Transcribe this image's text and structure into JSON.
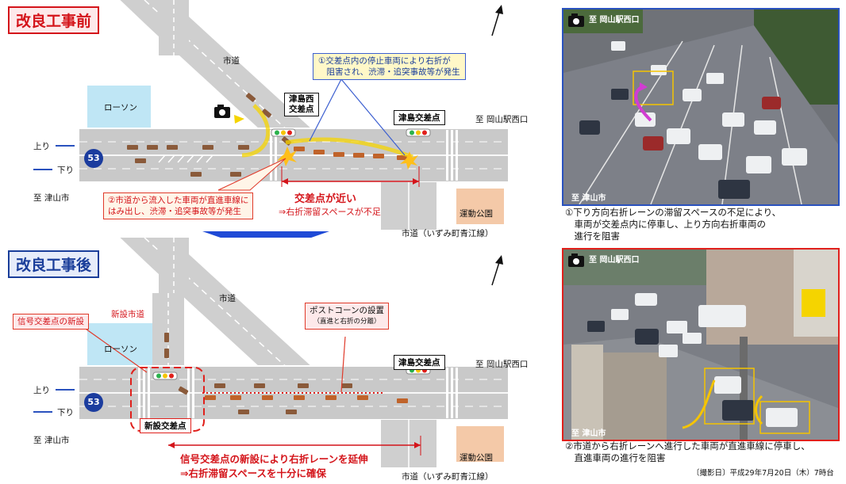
{
  "before": {
    "title": "改良工事前",
    "road_label": "市道",
    "lawson": "ローソン",
    "intersection_west": "津島西\n交差点",
    "intersection_tsushima": "津島交差点",
    "to_okayama": "至 岡山駅西口",
    "up": "上り",
    "down": "下り",
    "route": "53",
    "to_tsuyama": "至 津山市",
    "callout1": "①交差点内の停止車両により右折が\n　阻害され、渋滞・追突事故等が発生",
    "callout2": "②市道から流入した車両が直進車線に\nはみ出し、渋滞・追突事故等が発生",
    "near_line1": "交差点が近い",
    "near_line2": "⇒右折滞留スペースが不足",
    "park": "運動公園",
    "city_road": "市道（いずみ町青江線）"
  },
  "after": {
    "title": "改良工事後",
    "road_label": "市道",
    "new_road": "新設市道",
    "signal_new": "信号交差点の新設",
    "lawson": "ローソン",
    "post_cone": "ポストコーンの設置",
    "post_cone_sub": "（直進と右折の分離）",
    "intersection_tsushima": "津島交差点",
    "to_okayama": "至 岡山駅西口",
    "up": "上り",
    "down": "下り",
    "route": "53",
    "to_tsuyama": "至 津山市",
    "new_intersection": "新設交差点",
    "result_line1": "信号交差点の新設により右折レーンを延伸",
    "result_line2": "⇒右折滞留スペースを十分に確保",
    "park": "運動公園",
    "city_road": "市道（いずみ町青江線）"
  },
  "photo1": {
    "top_label": "至 岡山駅西口",
    "bottom_label": "至 津山市",
    "caption": "①下り方向右折レーンの滞留スペースの不足により、\n　車両が交差点内に停車し、上り方向右折車両の\n　進行を阻害"
  },
  "photo2": {
    "top_label": "至 岡山駅西口",
    "bottom_label": "至 津山市",
    "caption": "②市道から右折レーンへ進行した車両が直進車線に停車し、\n　直進車両の進行を阻害"
  },
  "shot_date": "〔撮影日〕平成29年7月20日（木）7時台",
  "colors": {
    "red": "#d4141a",
    "blue": "#1a3e9a",
    "road": "#c9c9c9",
    "lawson": "#bfe6f5",
    "park": "#f4c9a8"
  }
}
